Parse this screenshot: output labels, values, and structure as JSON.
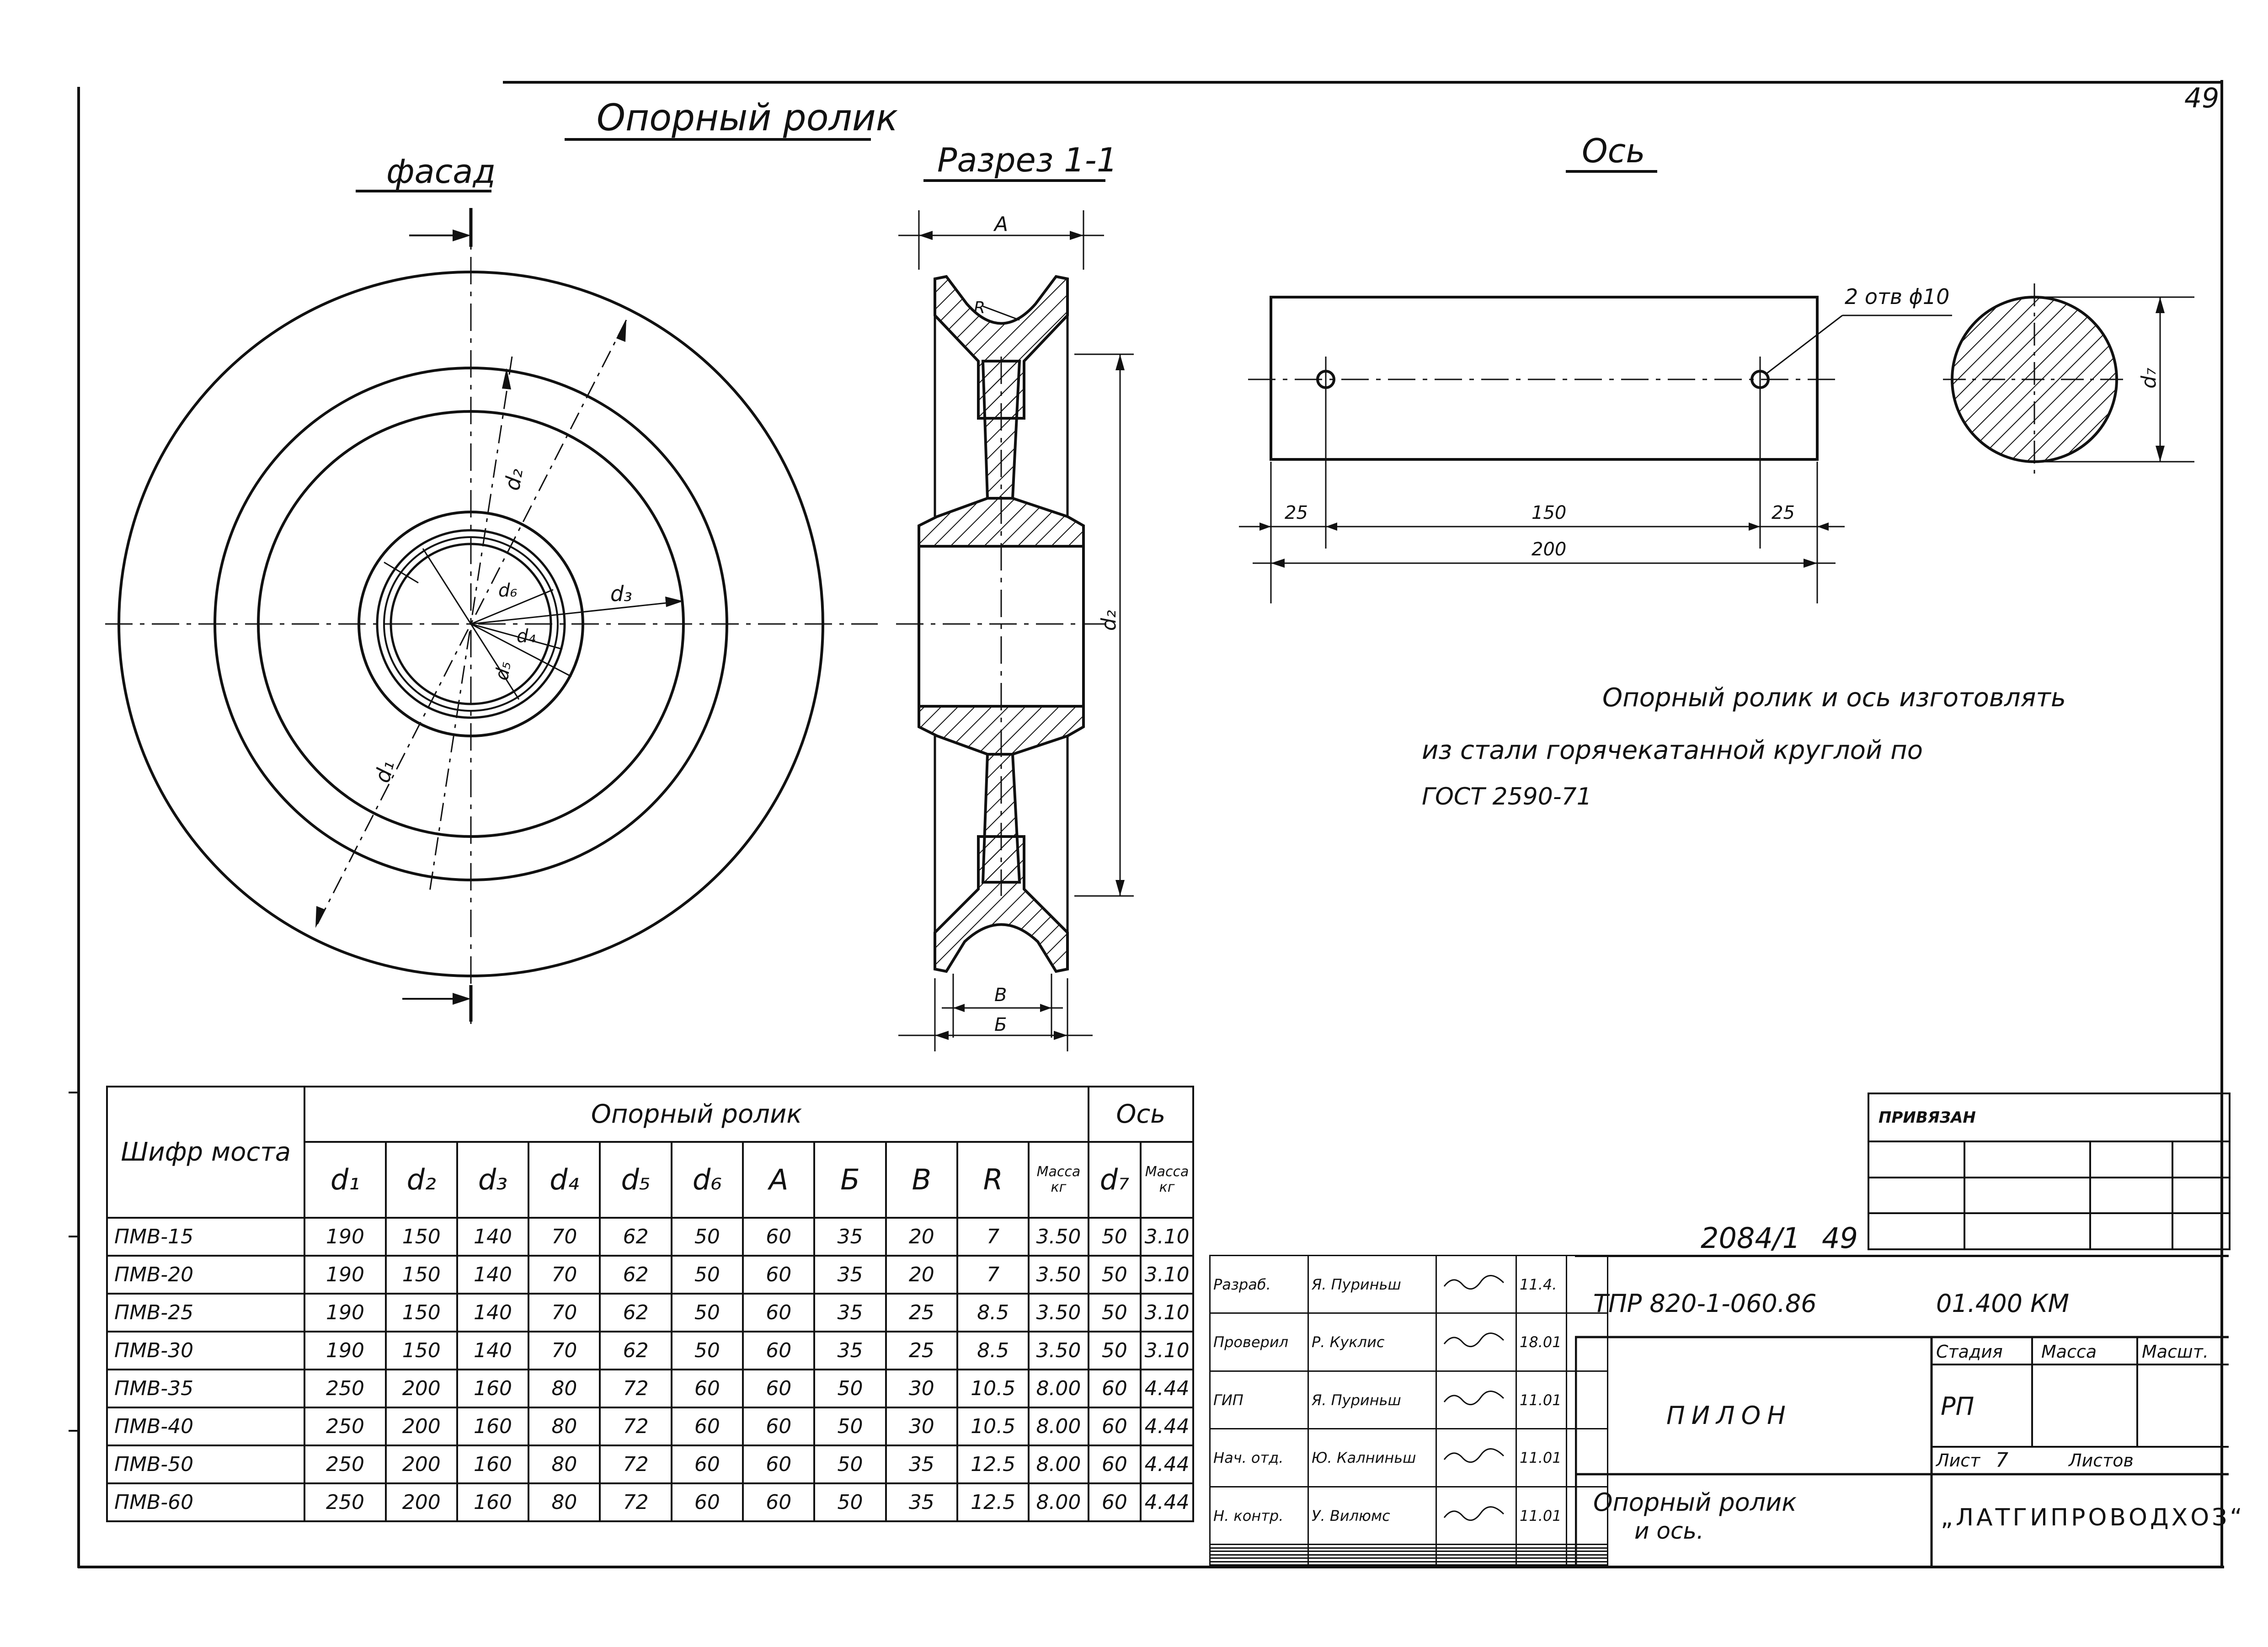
{
  "sheet_number": "49",
  "titles": {
    "main": "Опорный ролик",
    "facade": "фасад",
    "section": "Разрез 1-1",
    "axle": "Ось"
  },
  "facade_labels": [
    "d₂",
    "d₆",
    "d₃",
    "d₄",
    "d₅",
    "d₁"
  ],
  "section_labels": {
    "A": "A",
    "R": "R",
    "d2": "d₂",
    "B_lat": "B",
    "B_cyr": "Б"
  },
  "axle_labels": {
    "holes": "2 отв ϕ10",
    "d7": "d₇",
    "dim_left": "25",
    "dim_mid": "150",
    "dim_right": "25",
    "dim_total": "200"
  },
  "note": [
    "Опорный ролик и ось изготовлять",
    "из стали горячекатанной круглой по",
    "ГОСТ 2590-71"
  ],
  "table": {
    "col_code": "Шифр моста",
    "group_roller": "Опорный ролик",
    "group_axle": "Ось",
    "columns": [
      "d₁",
      "d₂",
      "d₃",
      "d₄",
      "d₅",
      "d₆",
      "A",
      "Б",
      "B",
      "R",
      "Масса кг",
      "d₇",
      "Масса кг"
    ],
    "rows": [
      [
        "ПМВ-15",
        "190",
        "150",
        "140",
        "70",
        "62",
        "50",
        "60",
        "35",
        "20",
        "7",
        "3.50",
        "50",
        "3.10"
      ],
      [
        "ПМВ-20",
        "190",
        "150",
        "140",
        "70",
        "62",
        "50",
        "60",
        "35",
        "20",
        "7",
        "3.50",
        "50",
        "3.10"
      ],
      [
        "ПМВ-25",
        "190",
        "150",
        "140",
        "70",
        "62",
        "50",
        "60",
        "35",
        "25",
        "8.5",
        "3.50",
        "50",
        "3.10"
      ],
      [
        "ПМВ-30",
        "190",
        "150",
        "140",
        "70",
        "62",
        "50",
        "60",
        "35",
        "25",
        "8.5",
        "3.50",
        "50",
        "3.10"
      ],
      [
        "ПМВ-35",
        "250",
        "200",
        "160",
        "80",
        "72",
        "60",
        "60",
        "50",
        "30",
        "10.5",
        "8.00",
        "60",
        "4.44"
      ],
      [
        "ПМВ-40",
        "250",
        "200",
        "160",
        "80",
        "72",
        "60",
        "60",
        "50",
        "30",
        "10.5",
        "8.00",
        "60",
        "4.44"
      ],
      [
        "ПМВ-50",
        "250",
        "200",
        "160",
        "80",
        "72",
        "60",
        "60",
        "50",
        "35",
        "12.5",
        "8.00",
        "60",
        "4.44"
      ],
      [
        "ПМВ-60",
        "250",
        "200",
        "160",
        "80",
        "72",
        "60",
        "60",
        "50",
        "35",
        "12.5",
        "8.00",
        "60",
        "4.44"
      ]
    ]
  },
  "binding": {
    "label": "ПРИВЯЗАН",
    "number": "2084/1",
    "sheet": "49"
  },
  "stamp": {
    "people": [
      {
        "role": "Разраб.",
        "name": "Я. Пуриньш",
        "date": "11.4."
      },
      {
        "role": "Проверил",
        "name": "Р. Куклис",
        "date": "18.01"
      },
      {
        "role": "ГИП",
        "name": "Я. Пуриньш",
        "date": "11.01"
      },
      {
        "role": "Нач. отд.",
        "name": "Ю. Калниньш",
        "date": "11.01"
      },
      {
        "role": "Н. контр.",
        "name": "У. Вилюмс",
        "date": "11.01"
      }
    ],
    "doc_code": "ТПР 820-1-060.86",
    "doc_code2": "01.400 КМ",
    "object": "ПИЛОН",
    "stage_label": "Стадия",
    "mass_label": "Масса",
    "scale_label": "Масшт.",
    "stage_value": "РП",
    "sheet_label": "Лист",
    "sheet_value": "7",
    "sheets_label": "Листов",
    "drawing_title": [
      "Опорный ролик",
      "и ось."
    ],
    "org": "„ЛАТГИПРОВОДХОЗ“"
  }
}
